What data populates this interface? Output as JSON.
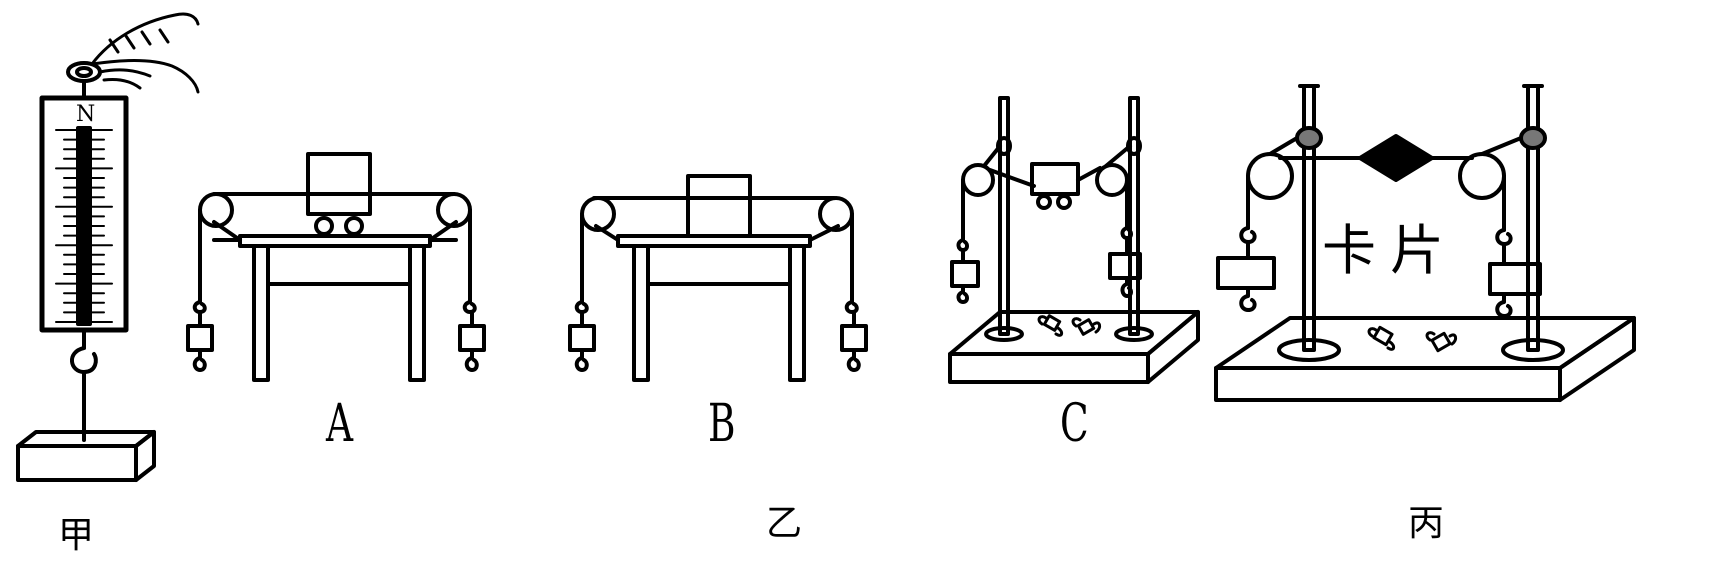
{
  "scale_unit": "N",
  "figure_labels": {
    "jia": "甲",
    "yi": "乙",
    "bing": "丙"
  },
  "setup_labels": {
    "a": "A",
    "b": "B",
    "c": "C"
  },
  "card_text": "卡片"
}
